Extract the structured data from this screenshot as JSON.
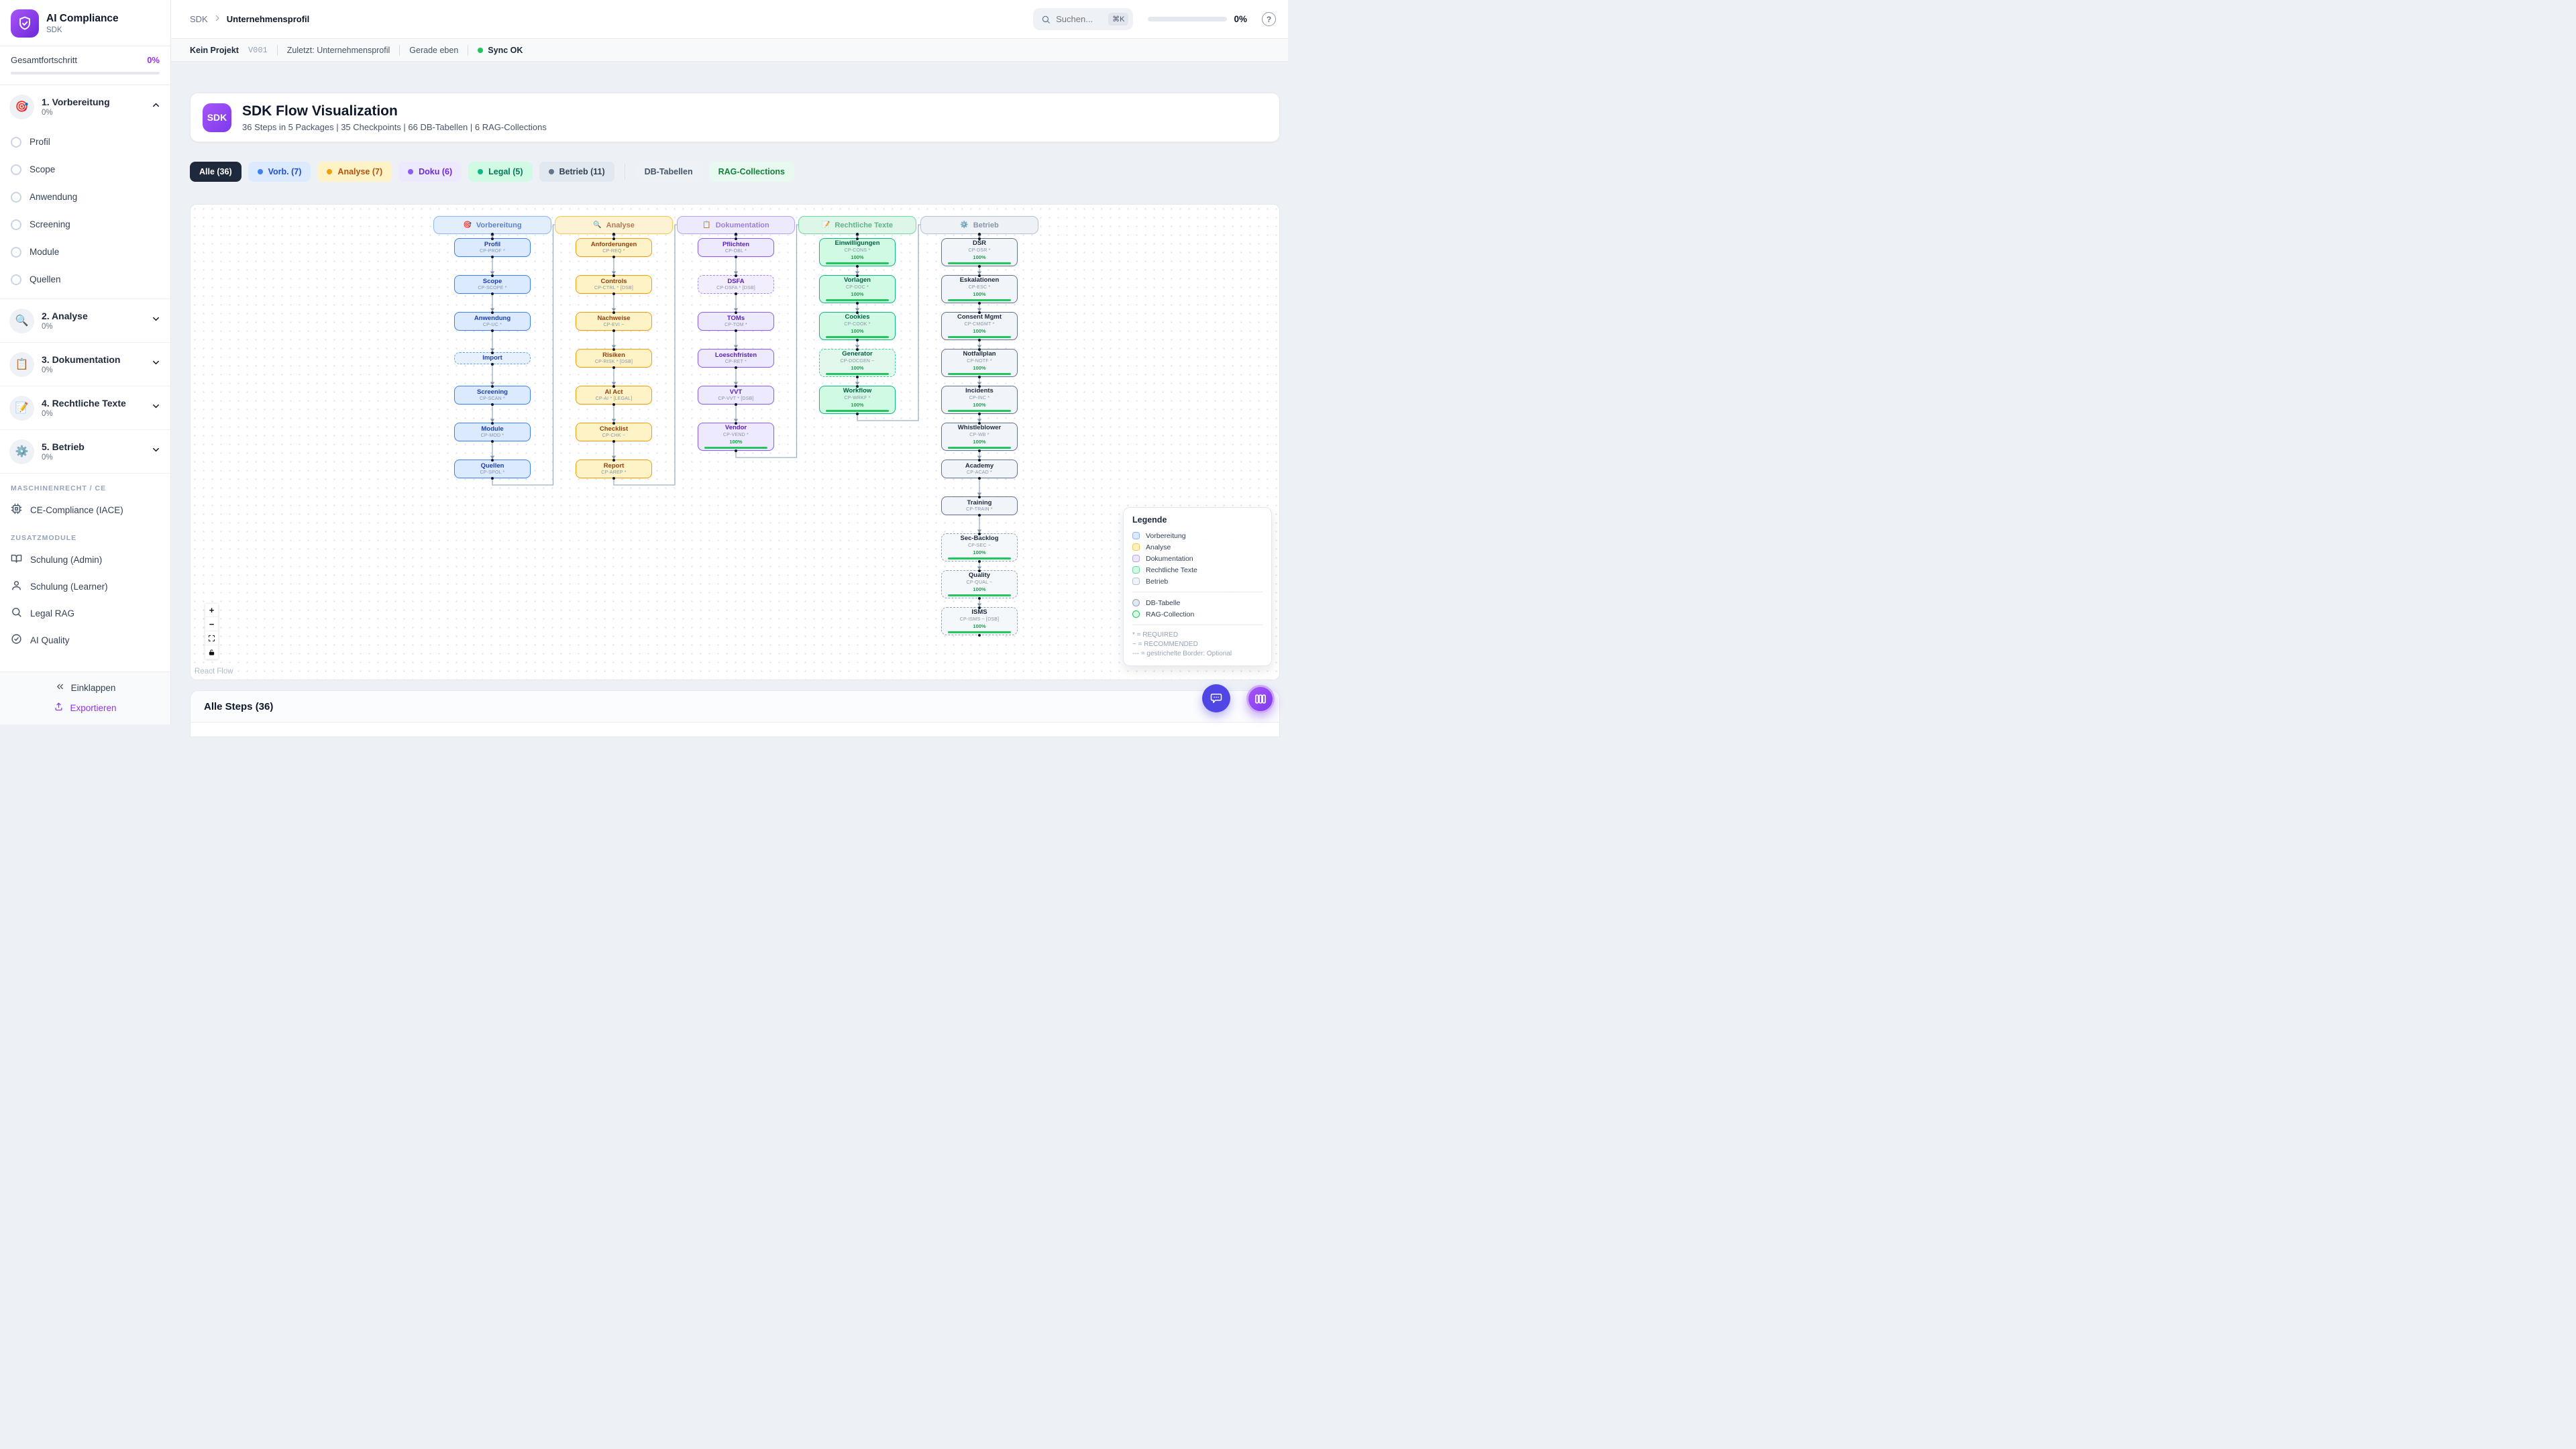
{
  "app": {
    "name": "AI Compliance",
    "subtitle": "SDK"
  },
  "sidebar": {
    "progress_label": "Gesamtfortschritt",
    "progress_value": "0%",
    "sections": [
      {
        "title": "1. Vorbereitung",
        "pct": "0%",
        "icon": "🎯",
        "expanded": true,
        "items": [
          "Profil",
          "Scope",
          "Anwendung",
          "Screening",
          "Module",
          "Quellen"
        ]
      },
      {
        "title": "2. Analyse",
        "pct": "0%",
        "icon": "🔍",
        "expanded": false
      },
      {
        "title": "3. Dokumentation",
        "pct": "0%",
        "icon": "📋",
        "expanded": false
      },
      {
        "title": "4. Rechtliche Texte",
        "pct": "0%",
        "icon": "📝",
        "expanded": false
      },
      {
        "title": "5. Betrieb",
        "pct": "0%",
        "icon": "⚙️",
        "expanded": false
      }
    ],
    "machine_label": "MASCHINENRECHT / CE",
    "machine_item": {
      "label": "CE-Compliance (IACE)",
      "icon": "chip-icon"
    },
    "extra_label": "ZUSATZMODULE",
    "extra_items": [
      {
        "label": "Schulung (Admin)",
        "icon": "book-icon"
      },
      {
        "label": "Schulung (Learner)",
        "icon": "user-icon"
      },
      {
        "label": "Legal RAG",
        "icon": "search-icon"
      },
      {
        "label": "AI Quality",
        "icon": "check-circle-icon"
      }
    ],
    "collapse_label": "Einklappen",
    "export_label": "Exportieren"
  },
  "header": {
    "breadcrumb_root": "SDK",
    "breadcrumb_current": "Unternehmensprofil",
    "search_placeholder": "Suchen...",
    "search_shortcut": "⌘K",
    "progress_value": "0%"
  },
  "statusbar": {
    "project": "Kein Projekt",
    "version": "V001",
    "last_step": "Zuletzt: Unternehmensprofil",
    "time": "Gerade eben",
    "sync": "Sync OK"
  },
  "hero": {
    "badge": "SDK",
    "title": "SDK Flow Visualization",
    "subtitle": "36 Steps in 5 Packages | 35 Checkpoints | 66 DB-Tabellen | 6 RAG-Collections"
  },
  "filters": [
    {
      "label": "Alle (36)",
      "style": "dark"
    },
    {
      "label": "Vorb. (7)",
      "style": "blue",
      "dot": true
    },
    {
      "label": "Analyse (7)",
      "style": "amber",
      "dot": true
    },
    {
      "label": "Doku (6)",
      "style": "violet",
      "dot": true
    },
    {
      "label": "Legal (5)",
      "style": "green",
      "dot": true
    },
    {
      "label": "Betrieb (11)",
      "style": "slate",
      "dot": true,
      "divider_after": true
    },
    {
      "label": "DB-Tabellen",
      "style": "plain"
    },
    {
      "label": "RAG-Collections",
      "style": "rag"
    }
  ],
  "flow": {
    "columns": [
      {
        "label": "Vorbereitung",
        "icon": "🎯",
        "type": "blue",
        "nodes": [
          {
            "title": "Profil",
            "code": "CP-PROF *"
          },
          {
            "title": "Scope",
            "code": "CP-SCOPE *"
          },
          {
            "title": "Anwendung",
            "code": "CP-UC *"
          },
          {
            "title": "Import",
            "dashed": true
          },
          {
            "title": "Screening",
            "code": "CP-SCAN *"
          },
          {
            "title": "Module",
            "code": "CP-MOD *"
          },
          {
            "title": "Quellen",
            "code": "CP-SPOL *"
          }
        ]
      },
      {
        "label": "Analyse",
        "icon": "🔍",
        "type": "amber",
        "nodes": [
          {
            "title": "Anforderungen",
            "code": "CP-REQ *"
          },
          {
            "title": "Controls",
            "code": "CP-CTRL * [DSB]"
          },
          {
            "title": "Nachweise",
            "code": "CP-EVI ~"
          },
          {
            "title": "Risiken",
            "code": "CP-RISK * [DSB]"
          },
          {
            "title": "AI Act",
            "code": "CP-AI * [LEGAL]"
          },
          {
            "title": "Checklist",
            "code": "CP-CHK ~"
          },
          {
            "title": "Report",
            "code": "CP-AREP *"
          }
        ]
      },
      {
        "label": "Dokumentation",
        "icon": "📋",
        "type": "violet",
        "nodes": [
          {
            "title": "Pflichten",
            "code": "CP-OBL *"
          },
          {
            "title": "DSFA",
            "code": "CP-DSFA * [DSB]",
            "dashed": true
          },
          {
            "title": "TOMs",
            "code": "CP-TOM *"
          },
          {
            "title": "Loeschfristen",
            "code": "CP-RET *"
          },
          {
            "title": "VVT",
            "code": "CP-VVT * [DSB]"
          },
          {
            "title": "Vendor",
            "code": "CP-VEND *",
            "progress": "100%"
          }
        ]
      },
      {
        "label": "Rechtliche Texte",
        "icon": "📝",
        "type": "green",
        "nodes": [
          {
            "title": "Einwilligungen",
            "code": "CP-CONS *",
            "progress": "100%"
          },
          {
            "title": "Vorlagen",
            "code": "CP-DOC *",
            "progress": "100%"
          },
          {
            "title": "Cookies",
            "code": "CP-COOK *",
            "progress": "100%"
          },
          {
            "title": "Generator",
            "code": "CP-DOCGEN ~",
            "progress": "100%",
            "dashed": true
          },
          {
            "title": "Workflow",
            "code": "CP-WRKF *",
            "progress": "100%"
          }
        ]
      },
      {
        "label": "Betrieb",
        "icon": "⚙️",
        "type": "slate",
        "nodes": [
          {
            "title": "DSR",
            "code": "CP-DSR *",
            "progress": "100%"
          },
          {
            "title": "Eskalationen",
            "code": "CP-ESC *",
            "progress": "100%"
          },
          {
            "title": "Consent Mgmt",
            "code": "CP-CMGMT *",
            "progress": "100%"
          },
          {
            "title": "Notfallplan",
            "code": "CP-NOTF *",
            "progress": "100%"
          },
          {
            "title": "Incidents",
            "code": "CP-INC *",
            "progress": "100%"
          },
          {
            "title": "Whistleblower",
            "code": "CP-WB *",
            "progress": "100%"
          },
          {
            "title": "Academy",
            "code": "CP-ACAD *"
          },
          {
            "title": "Training",
            "code": "CP-TRAIN *"
          },
          {
            "title": "Sec-Backlog",
            "code": "CP-SEC ~",
            "progress": "100%",
            "dashed": true
          },
          {
            "title": "Quality",
            "code": "CP-QUAL ~",
            "progress": "100%",
            "dashed": true
          },
          {
            "title": "ISMS",
            "code": "CP-ISMS ~ [DSB]",
            "progress": "100%",
            "dashed": true
          }
        ]
      }
    ],
    "colors": {
      "blue": {
        "bg": "#dbeafe",
        "bgLight": "#e7f0fd",
        "border": "#3b82f6",
        "dashBorder": "#60a5fa",
        "title": "#1e40af",
        "hb": "#8db6f9",
        "hbg": "#e3eefd",
        "ht": "#5e83c8"
      },
      "amber": {
        "bg": "#fef3c7",
        "bgLight": "#fdf6da",
        "border": "#f59e0b",
        "dashBorder": "#fbbf24",
        "title": "#92400e",
        "hb": "#f6c94c",
        "hbg": "#fdf3d4",
        "ht": "#b07a50"
      },
      "violet": {
        "bg": "#ede9fe",
        "bgLight": "#f2eefe",
        "border": "#8b5cf6",
        "dashBorder": "#a78bfa",
        "title": "#5b21b6",
        "hb": "#b9a3f8",
        "hbg": "#eeeafd",
        "ht": "#9b7fd8"
      },
      "green": {
        "bg": "#d1fae5",
        "bgLight": "#e2f8ec",
        "border": "#10b981",
        "dashBorder": "#34d399",
        "title": "#065f46",
        "hb": "#72d9a4",
        "hbg": "#ddf6e8",
        "ht": "#5fb385"
      },
      "slate": {
        "bg": "#f1f5f9",
        "bgLight": "#f5f8fa",
        "border": "#64748b",
        "dashBorder": "#94a3b8",
        "title": "#1e293b",
        "hb": "#b6c2d0",
        "hbg": "#eef2f6",
        "ht": "#8795a7"
      }
    },
    "attribution": "React Flow"
  },
  "legend": {
    "title": "Legende",
    "types": [
      {
        "label": "Vorbereitung",
        "type": "blue"
      },
      {
        "label": "Analyse",
        "type": "amber"
      },
      {
        "label": "Dokumentation",
        "type": "violet"
      },
      {
        "label": "Rechtliche Texte",
        "type": "green"
      },
      {
        "label": "Betrieb",
        "type": "slate"
      }
    ],
    "shapes": [
      {
        "label": "DB-Tabelle",
        "kind": "db",
        "border": "#94a3b8",
        "fill": "#e2e8f0"
      },
      {
        "label": "RAG-Collection",
        "kind": "rag",
        "border": "#22c55e",
        "fill": "#dcfce7"
      }
    ],
    "notes": [
      "* = REQUIRED",
      "~ = RECOMMENDED",
      "--- = gestrichelte Border: Optional"
    ]
  },
  "bottom": {
    "title": "Alle Steps (36)"
  },
  "colors": {
    "accent": "#9333ea",
    "sync_green": "#22c55e",
    "progress_green": "#22c55e",
    "edge": "#9db0c3"
  }
}
